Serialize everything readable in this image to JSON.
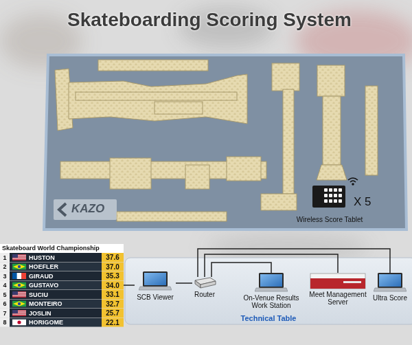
{
  "diagram": {
    "title": "Skateboarding Scoring System",
    "nodes": [
      {
        "text": [
          "X 5",
          "Wireless Score Tablet"
        ]
      },
      {
        "text": [
          "Skateboard World Championship"
        ]
      },
      {
        "text": [
          "Technical Table"
        ]
      },
      {
        "text": [
          "SCB Viewer"
        ],
        "in": 2
      },
      {
        "text": [
          "Router"
        ],
        "in": 2
      },
      {
        "text": [
          "On-Venue Results Work Station"
        ],
        "in": 2
      },
      {
        "text": [
          "Meet Management Server"
        ],
        "in": 2
      },
      {
        "text": [
          "Ultra Score"
        ],
        "in": 2
      }
    ],
    "edges": [
      {
        "from": 1,
        "to": 3,
        "arrow": "none"
      },
      {
        "from": 3,
        "to": 4,
        "arrow": "none"
      },
      {
        "from": 4,
        "to": 5,
        "arrow": "none"
      },
      {
        "from": 4,
        "to": 6,
        "arrow": "none"
      },
      {
        "from": 4,
        "to": 7,
        "arrow": "none"
      }
    ],
    "labels": [
      "KAZO",
      "1",
      "HUSTON",
      "37.6",
      "2",
      "HOEFLER",
      "37.0",
      "3",
      "GIRAUD",
      "35.3",
      "4",
      "GUSTAVO",
      "34.0",
      "5",
      "SUCIU",
      "33.1",
      "6",
      "MONTEIRO",
      "32.7",
      "7",
      "JOSLIN",
      "25.7",
      "8",
      "HORIGOME",
      "22.1"
    ]
  }
}
